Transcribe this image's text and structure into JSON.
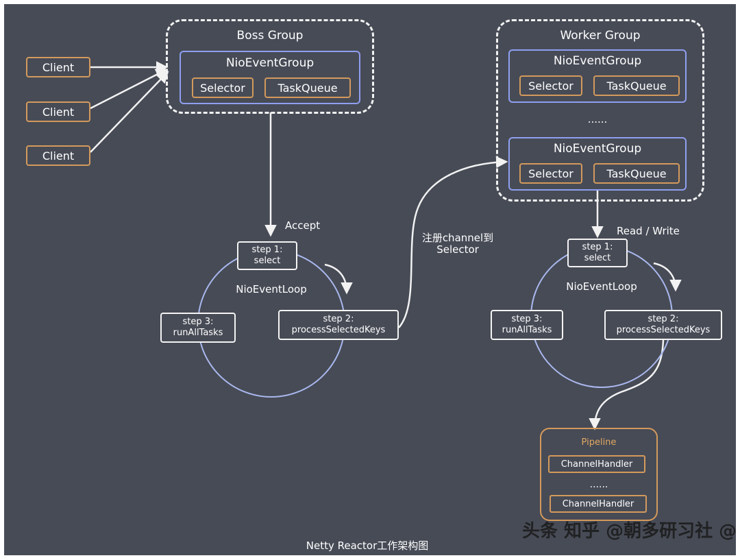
{
  "clients": [
    "Client",
    "Client",
    "Client"
  ],
  "boss": {
    "title": "Boss Group",
    "group_title": "NioEventGroup",
    "selector": "Selector",
    "taskqueue": "TaskQueue"
  },
  "worker": {
    "title": "Worker Group",
    "group1_title": "NioEventGroup",
    "selector1": "Selector",
    "taskqueue1": "TaskQueue",
    "ellipsis": "......",
    "group2_title": "NioEventGroup",
    "selector2": "Selector",
    "taskqueue2": "TaskQueue"
  },
  "labels": {
    "accept": "Accept",
    "register_line1": "注册channel到",
    "register_line2": "Selector",
    "read_write": "Read / Write"
  },
  "loop_left": {
    "name": "NioEventLoop",
    "step1_line1": "step 1:",
    "step1_line2": "select",
    "step2_line1": "step 2:",
    "step2_line2": "processSelectedKeys",
    "step3_line1": "step 3:",
    "step3_line2": "runAllTasks"
  },
  "loop_right": {
    "name": "NioEventLoop",
    "step1_line1": "step 1:",
    "step1_line2": "select",
    "step2_line1": "step 2:",
    "step2_line2": "processSelectedKeys",
    "step3_line1": "step 3:",
    "step3_line2": "runAllTasks"
  },
  "pipeline": {
    "title": "Pipeline",
    "handler1": "ChannelHandler",
    "ellipsis": "......",
    "handler2": "ChannelHandler"
  },
  "caption": "Netty Reactor工作架构图",
  "watermark": "头条 知乎 @朝多研习社 @程序员高级码农",
  "colors": {
    "background": "#474b56",
    "orange_border": "#d49a5c",
    "blue_border": "#8f9ff0",
    "loop_circle": "#a9b8ee",
    "arrow": "#f2f2f2"
  }
}
